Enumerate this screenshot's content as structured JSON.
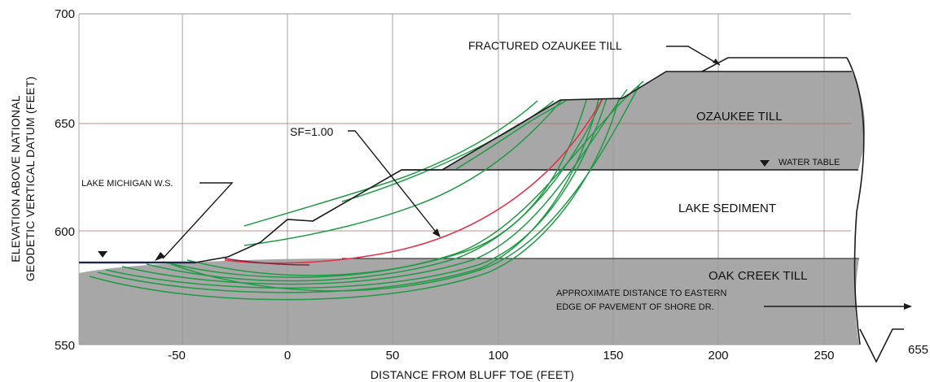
{
  "chart_data": {
    "type": "diagram",
    "title": "",
    "xlabel": "DISTANCE FROM BLUFF TOE (FEET)",
    "ylabel_lines": [
      "ELEVATION ABOVE NATIONAL",
      "GEODETIC VERTICAL DATUM (FEET)"
    ],
    "xlim": [
      -100,
      270
    ],
    "ylim": [
      550,
      700
    ],
    "x_ticks": [
      "-50",
      "0",
      "50",
      "100",
      "150",
      "200",
      "250"
    ],
    "y_ticks": [
      "550",
      "600",
      "650",
      "700"
    ],
    "x_break_label": "655",
    "layers": [
      {
        "name": "FRACTURED OZAUKEE TILL"
      },
      {
        "name": "OZAUKEE TILL"
      },
      {
        "name": "LAKE SEDIMENT"
      },
      {
        "name": "OAK CREEK TILL"
      }
    ],
    "annotations": {
      "water_table": "WATER TABLE",
      "lake_level": "LAKE MICHIGAN W.S.",
      "safety_factor": "SF=1.00",
      "pavement_line1": "APPROXIMATE DISTANCE TO EASTERN",
      "pavement_line2": "EDGE OF PAVEMENT OF SHORE DR."
    },
    "bluff_profile": [
      {
        "x": -100,
        "y": 586
      },
      {
        "x": -40,
        "y": 586
      },
      {
        "x": -25,
        "y": 589
      },
      {
        "x": -10,
        "y": 596
      },
      {
        "x": 0,
        "y": 605
      },
      {
        "x": 12,
        "y": 604
      },
      {
        "x": 53,
        "y": 629
      },
      {
        "x": 70,
        "y": 629
      },
      {
        "x": 127,
        "y": 661
      },
      {
        "x": 150,
        "y": 662
      },
      {
        "x": 176,
        "y": 674
      },
      {
        "x": 198,
        "y": 674
      },
      {
        "x": 205,
        "y": 680
      },
      {
        "x": 268,
        "y": 680
      }
    ]
  }
}
